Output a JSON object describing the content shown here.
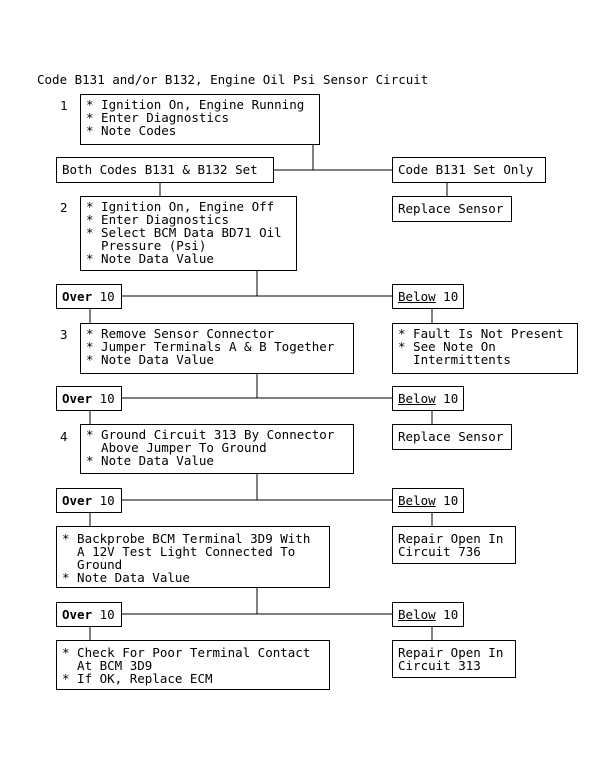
{
  "title": "Code B131 and/or B132, Engine Oil Psi Sensor Circuit",
  "step1": {
    "num": "1",
    "lines": [
      "* Ignition On, Engine Running",
      "* Enter Diagnostics",
      "* Note Codes"
    ]
  },
  "branch1": {
    "left": "Both Codes B131 & B132 Set",
    "right": "Code B131 Set Only"
  },
  "right1": {
    "lines": [
      "Replace Sensor"
    ]
  },
  "step2": {
    "num": "2",
    "lines": [
      "* Ignition On, Engine Off",
      "* Enter Diagnostics",
      "* Select BCM Data BD71 Oil",
      "  Pressure (Psi)",
      "* Note Data Value"
    ]
  },
  "decision2": {
    "left_bold": "Over",
    "left_rest": " 10",
    "right_ul": "Below",
    "right_rest": " 10"
  },
  "step3": {
    "num": "3",
    "lines": [
      "* Remove Sensor Connector",
      "* Jumper Terminals A & B Together",
      "* Note Data Value"
    ]
  },
  "right3": {
    "lines": [
      "* Fault Is Not Present",
      "* See Note On",
      "  Intermittents"
    ]
  },
  "decision3": {
    "left_bold": "Over",
    "left_rest": " 10",
    "right_ul": "Below",
    "right_rest": " 10"
  },
  "step4": {
    "num": "4",
    "lines": [
      "* Ground Circuit 313 By Connector",
      "  Above Jumper To Ground",
      "* Note Data Value"
    ]
  },
  "right4": {
    "lines": [
      "Replace Sensor"
    ]
  },
  "decision4": {
    "left_bold": "Over",
    "left_rest": " 10",
    "right_ul": "Below",
    "right_rest": " 10"
  },
  "step5": {
    "lines": [
      "* Backprobe BCM Terminal 3D9 With",
      "  A 12V Test Light Connected To",
      "  Ground",
      "* Note Data Value"
    ]
  },
  "right5": {
    "lines": [
      "Repair Open In",
      "Circuit 736"
    ]
  },
  "decision5": {
    "left_bold": "Over",
    "left_rest": " 10",
    "right_ul": "Below",
    "right_rest": " 10"
  },
  "step6": {
    "lines": [
      "* Check For Poor Terminal Contact",
      "  At BCM 3D9",
      "* If OK, Replace ECM"
    ]
  },
  "right6": {
    "lines": [
      "Repair Open In",
      "Circuit 313"
    ]
  }
}
